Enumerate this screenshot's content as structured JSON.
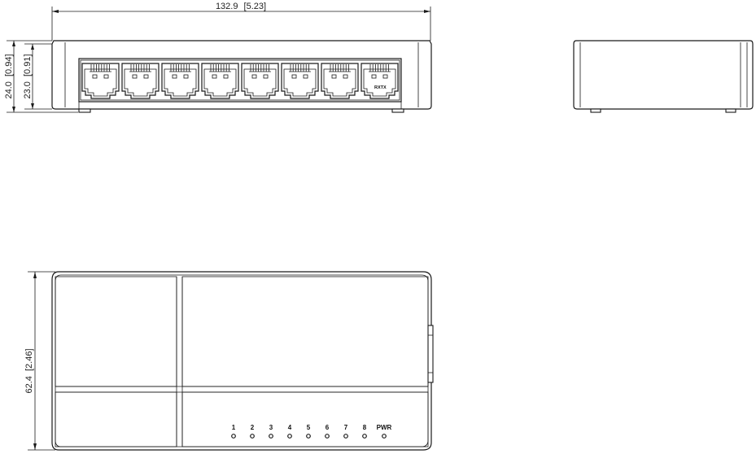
{
  "dimensions": {
    "width": "132.9",
    "width_in": "[5.23]",
    "height_outer": "24.0",
    "height_outer_in": "[0.94]",
    "height_inner": "23.0",
    "height_inner_in": "[0.91]",
    "depth": "62.4",
    "depth_in": "[2.46]"
  },
  "ports": [
    "1",
    "2",
    "3",
    "4",
    "5",
    "6",
    "7",
    "8"
  ],
  "leds": [
    "1",
    "2",
    "3",
    "4",
    "5",
    "6",
    "7",
    "8",
    "PWR"
  ],
  "port_marking": "RXTX"
}
